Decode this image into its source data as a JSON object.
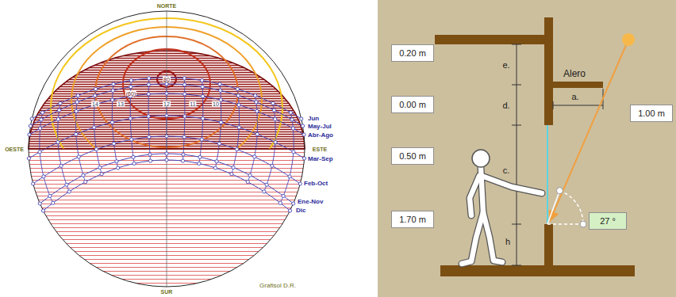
{
  "diagram": {
    "nodes": [
      {
        "text": [
          "0.20 m"
        ]
      },
      {
        "text": [
          "0.00 m"
        ]
      },
      {
        "text": [
          "1.00 m"
        ]
      },
      {
        "text": [
          "0.50 m"
        ]
      },
      {
        "text": [
          "1.70 m"
        ]
      },
      {
        "text": [
          "27 °"
        ]
      }
    ],
    "labels": [
      "NORTE",
      "OESTE",
      "ESTE",
      "SUR",
      "Jun",
      "May-Jul",
      "Abr-Ago",
      "Mar-Sep",
      "Feb-Oct",
      "Ene-Nov",
      "Dic",
      "14",
      "13",
      "12",
      "11",
      "10",
      "80",
      "(60)",
      "Grafisol D.R.",
      "Alero",
      "e.",
      "d.",
      "a.",
      "c.",
      "h"
    ]
  }
}
